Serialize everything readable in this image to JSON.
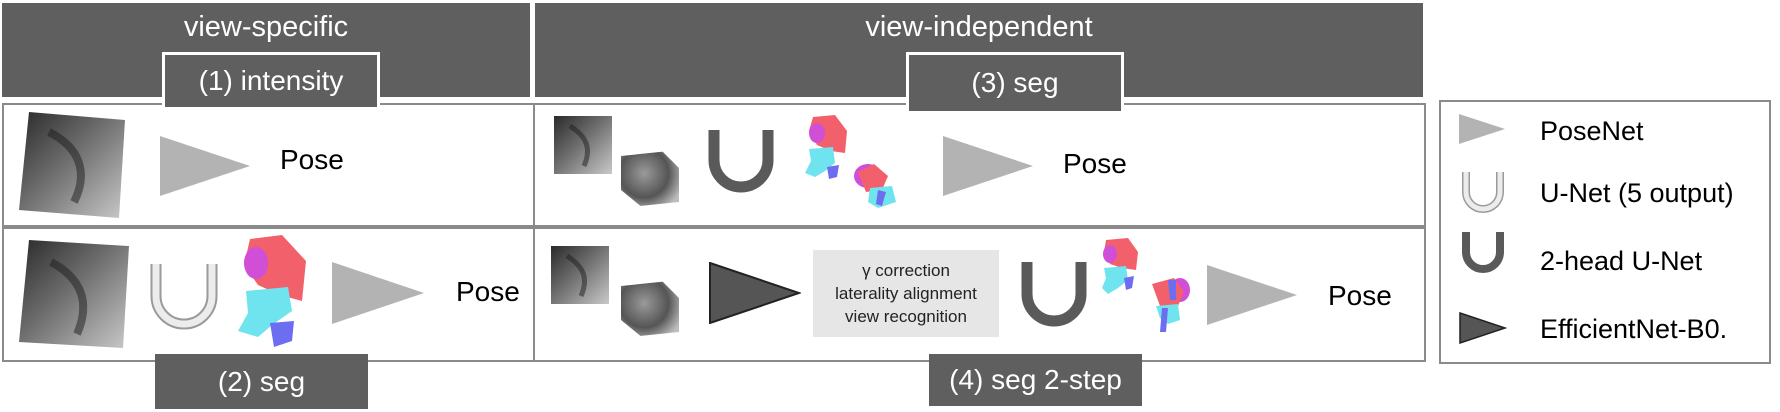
{
  "headers": {
    "view_specific": "view-specific",
    "view_independent": "view-independent"
  },
  "tags": {
    "intensity": "(1) intensity",
    "seg": "(2) seg",
    "seg_indep": "(3) seg",
    "seg_2step": "(4) seg 2-step"
  },
  "outputs": {
    "pose": "Pose"
  },
  "processing": {
    "line1": "γ correction",
    "line2": "laterality alignment",
    "line3": "view recognition"
  },
  "legend": {
    "items": [
      {
        "icon": "posenet-triangle-icon",
        "label": "PoseNet"
      },
      {
        "icon": "unet-5-output-icon",
        "label": "U-Net (5 output)"
      },
      {
        "icon": "two-head-unet-icon",
        "label": "2-head U-Net"
      },
      {
        "icon": "efficientnet-triangle-icon",
        "label": "EfficientNet-B0."
      }
    ]
  },
  "colors": {
    "header": "#5f5f5f",
    "panel_border": "#8a8a8a",
    "posenet": "#b3b3b3",
    "efficientnet": "#555555",
    "unet_dark": "#5a5a5a",
    "seg_red": "#f2606b",
    "seg_cyan": "#70e4ee",
    "seg_magenta": "#d14fd6",
    "seg_blue": "#6d6df2"
  }
}
